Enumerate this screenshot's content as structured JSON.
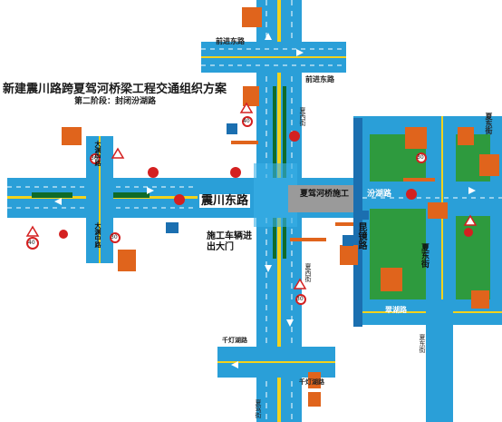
{
  "title": "新建震川路跨夏驾河桥梁工程交通组织方案",
  "subtitle": "第二阶段：封闭汾湖路",
  "roads": {
    "qianjin_top": "前进东路",
    "qianjin_bottom": "前进东路",
    "zhenchuan": "震川东路",
    "fenhu": "汾湖路",
    "kunhu": "昆镜路",
    "xiadong_top": "夏东街",
    "xiadong_mid": "夏东街",
    "xiadong_bottom": "夏东街",
    "xiaxi_top": "夏西街",
    "xiaxi_bottom": "夏西街",
    "qiandeng_left": "千灯湖路",
    "qiandeng_right": "千灯湖路",
    "cuihu": "翠湖路",
    "dayuan_top": "大渊中路",
    "dayuan_bottom": "大渊中路",
    "xiajia_bottom": "夏驾街"
  },
  "notes": {
    "bridge_work": "夏驾河桥施工",
    "construction_gate": "施工车辆进出大门"
  },
  "signs": {
    "speed_30": "30",
    "speed_40": "40"
  },
  "colors": {
    "road": "#2a9fd8",
    "lane_line": "#ffffff",
    "green_block": "#2e9a3e",
    "grass_dark": "#0f6b2a",
    "sign_orange": "#e0641c",
    "sign_red": "#d42020",
    "gray_zone": "#9a9a9a",
    "median_yellow": "#f2d21c"
  }
}
